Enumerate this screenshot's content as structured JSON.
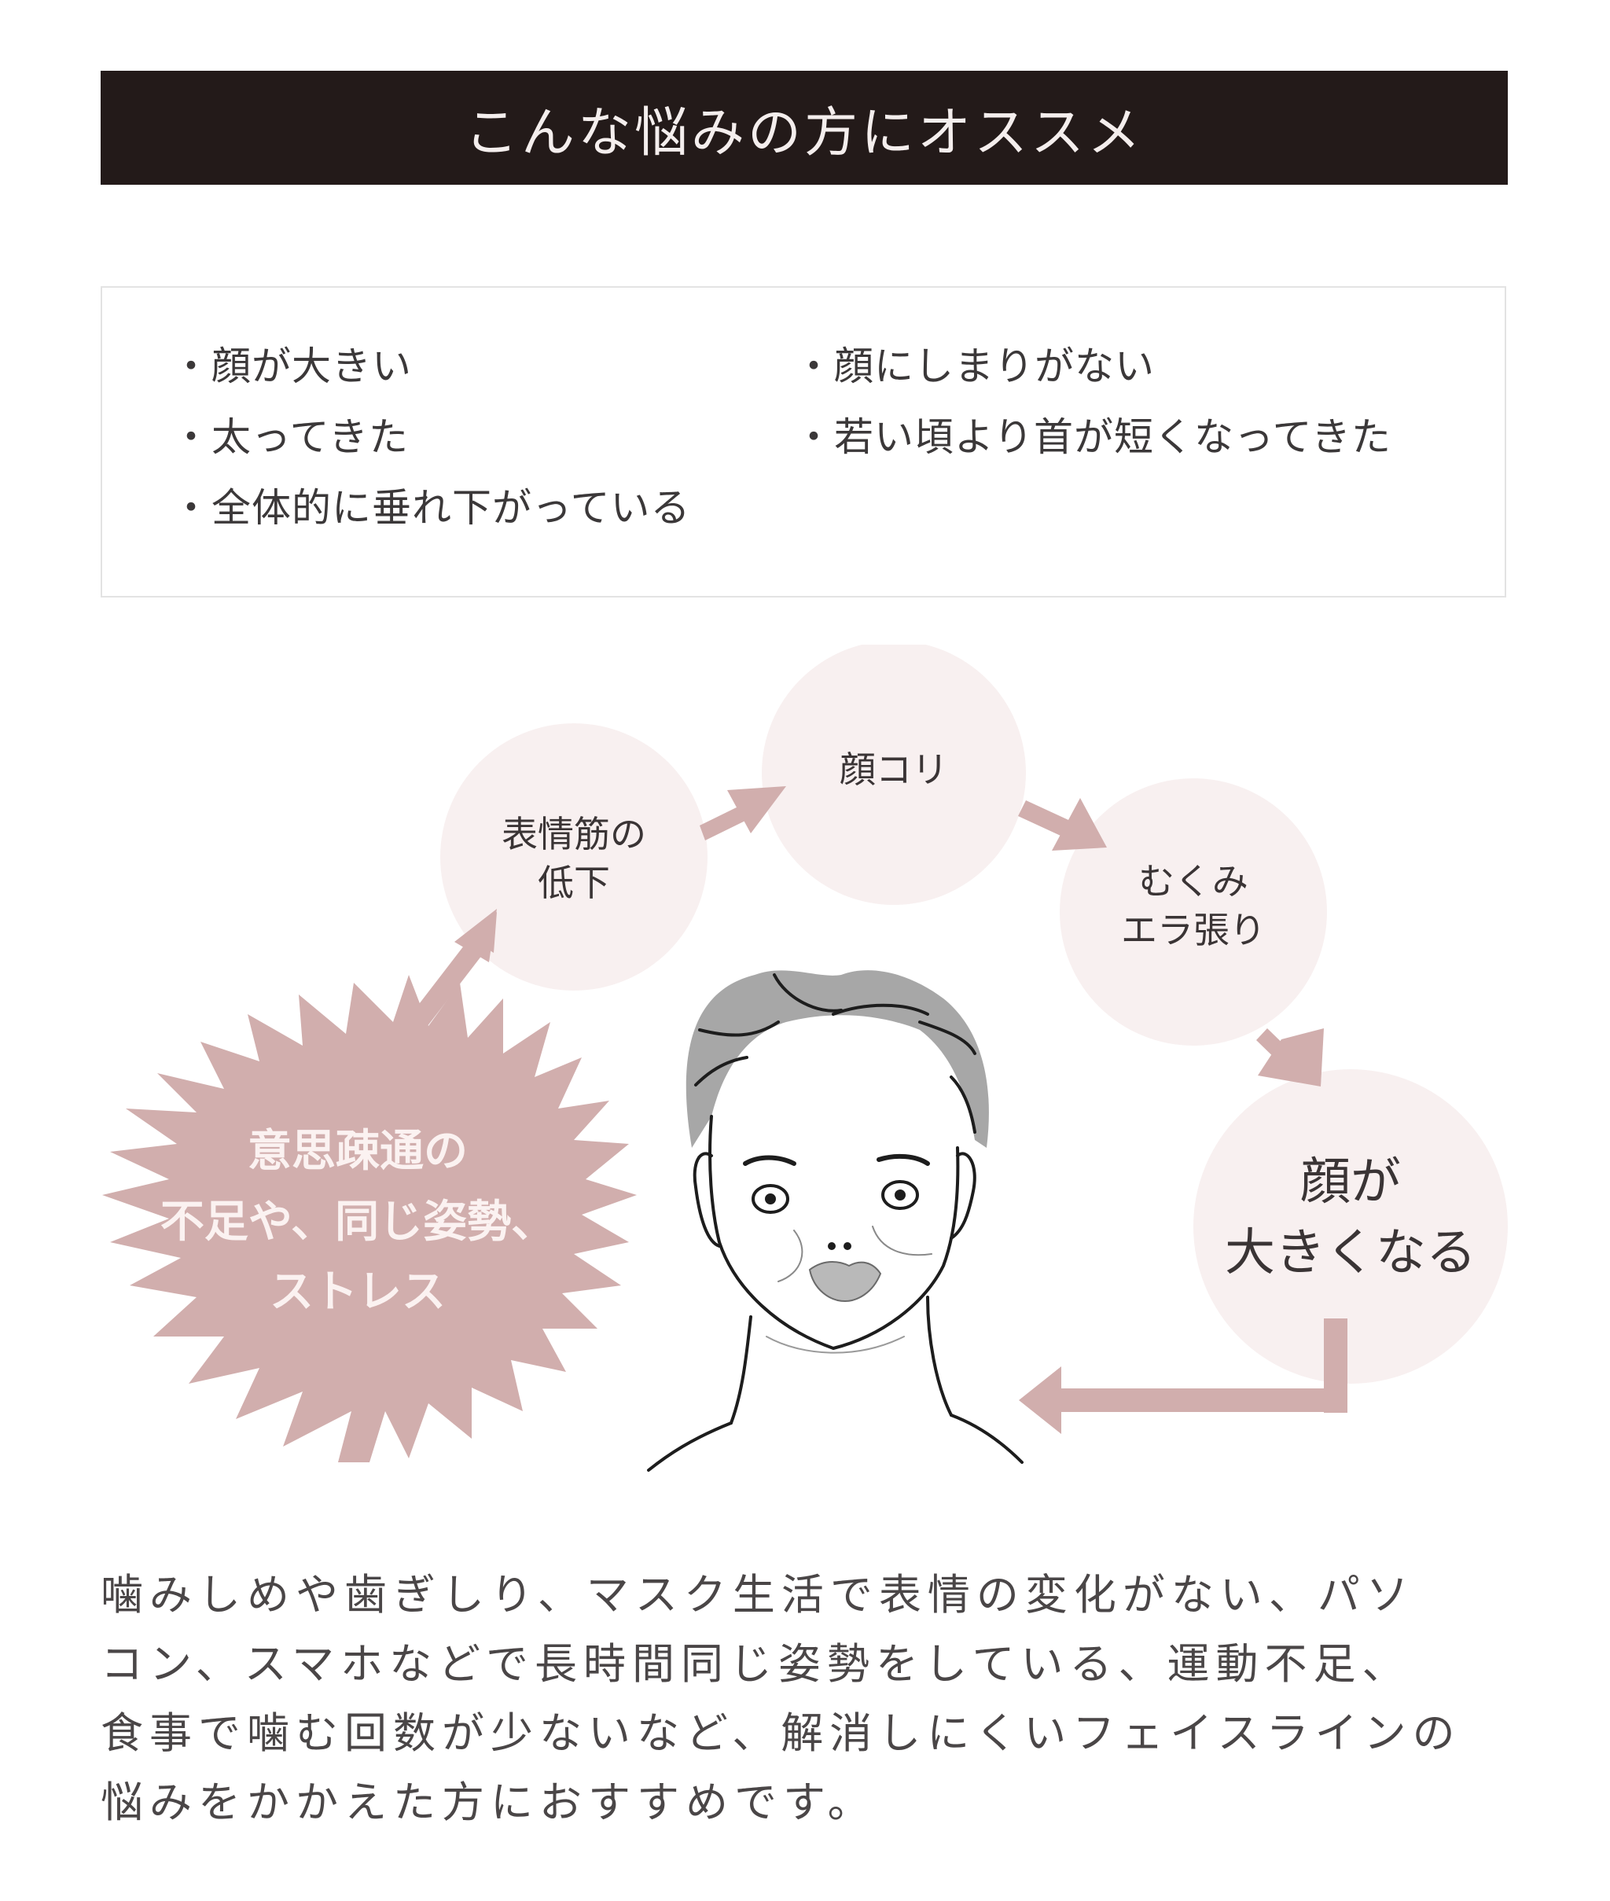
{
  "header": {
    "title": "こんな悩みの方にオススメ"
  },
  "concerns": {
    "left": [
      "・顔が大きい",
      "・太ってきた",
      "・全体的に垂れ下がっている"
    ],
    "right": [
      "・顔にしまりがない",
      "・若い頃より首が短くなってきた"
    ]
  },
  "diagram": {
    "cause": {
      "lines": [
        "意思疎通の",
        "不足や、同じ姿勢、",
        "ストレス"
      ]
    },
    "steps": [
      {
        "lines": [
          "表情筋の",
          "低下"
        ]
      },
      {
        "lines": [
          "顔コリ"
        ]
      },
      {
        "lines": [
          "むくみ",
          "エラ張り"
        ]
      },
      {
        "lines": [
          "顔が",
          "大きくなる"
        ]
      }
    ],
    "colors": {
      "arrow": "#d1aead",
      "bubble": "#f8f0f0",
      "burst": "#d1aead",
      "hair": "#a7a7a7",
      "lips": "#b9b9b9"
    }
  },
  "description": {
    "lines": [
      "噛みしめや歯ぎしり、マスク生活で表情の変化がない、パソ",
      "コン、スマホなどで長時間同じ姿勢をしている、運動不足、",
      "食事で噛む回数が少ないなど、解消しにくいフェイスラインの",
      "悩みをかかえた方におすすめです。"
    ]
  },
  "colors": {
    "banner_bg": "#231a19",
    "banner_text": "#f4eeed",
    "box_border": "#e3e3e3",
    "body_text": "#4a4647"
  }
}
